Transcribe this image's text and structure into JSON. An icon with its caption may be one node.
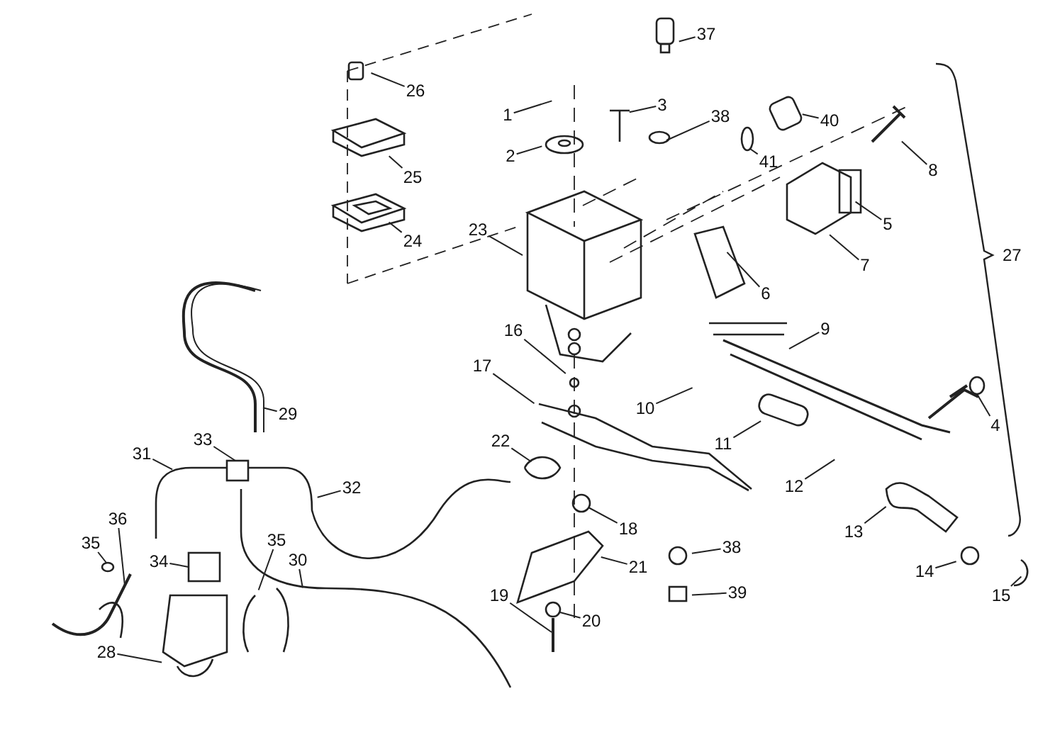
{
  "diagram": {
    "nodes": [
      {
        "text": [
          "26"
        ]
      },
      {
        "text": [
          "37"
        ]
      },
      {
        "text": [
          "1"
        ]
      },
      {
        "text": [
          "3"
        ]
      },
      {
        "text": [
          "38"
        ]
      },
      {
        "text": [
          "40"
        ]
      },
      {
        "text": [
          "41"
        ]
      },
      {
        "text": [
          "8"
        ]
      },
      {
        "text": [
          "2"
        ]
      },
      {
        "text": [
          "25"
        ]
      },
      {
        "text": [
          "5"
        ]
      },
      {
        "text": [
          "24"
        ]
      },
      {
        "text": [
          "7"
        ]
      },
      {
        "text": [
          "23"
        ]
      },
      {
        "text": [
          "6"
        ]
      },
      {
        "text": [
          "9"
        ]
      },
      {
        "text": [
          "16"
        ]
      },
      {
        "text": [
          "29"
        ]
      },
      {
        "text": [
          "17"
        ]
      },
      {
        "text": [
          "10"
        ]
      },
      {
        "text": [
          "11"
        ]
      },
      {
        "text": [
          "4"
        ]
      },
      {
        "text": [
          "33"
        ]
      },
      {
        "text": [
          "31"
        ]
      },
      {
        "text": [
          "22"
        ]
      },
      {
        "text": [
          "12"
        ]
      },
      {
        "text": [
          "32"
        ]
      },
      {
        "text": [
          "18"
        ]
      },
      {
        "text": [
          "13"
        ]
      },
      {
        "text": [
          "36"
        ]
      },
      {
        "text": [
          "35"
        ]
      },
      {
        "text": [
          "35"
        ]
      },
      {
        "text": [
          "34"
        ]
      },
      {
        "text": [
          "30"
        ]
      },
      {
        "text": [
          "38"
        ]
      },
      {
        "text": [
          "14"
        ]
      },
      {
        "text": [
          "21"
        ]
      },
      {
        "text": [
          "15"
        ]
      },
      {
        "text": [
          "19"
        ]
      },
      {
        "text": [
          "39"
        ]
      },
      {
        "text": [
          "20"
        ]
      },
      {
        "text": [
          "28"
        ]
      },
      {
        "text": [],
        "shape": "circle"
      },
      {
        "text": [],
        "shape": "circle"
      },
      {
        "text": [],
        "shape": "circle"
      },
      {
        "text": [],
        "shape": "box"
      },
      {
        "text": [],
        "shape": "circle"
      },
      {
        "text": [],
        "shape": "picture"
      },
      {
        "text": [],
        "shape": "box"
      },
      {
        "text": [],
        "shape": "picture"
      },
      {
        "text": [],
        "shape": "circle"
      },
      {
        "text": [],
        "shape": "circle"
      }
    ],
    "edges": [
      {
        "from": 0,
        "to": null,
        "arrow": "none"
      },
      {
        "from": 1,
        "to": null,
        "arrow": "none"
      },
      {
        "from": 2,
        "to": null,
        "arrow": "none"
      },
      {
        "from": 3,
        "to": null,
        "arrow": "none"
      },
      {
        "from": 4,
        "to": 42,
        "arrow": "none"
      },
      {
        "from": 5,
        "to": null,
        "arrow": "none"
      },
      {
        "from": 6,
        "to": 43,
        "arrow": "none"
      },
      {
        "from": 7,
        "to": null,
        "arrow": "none"
      },
      {
        "from": 8,
        "to": null,
        "arrow": "none"
      },
      {
        "from": 9,
        "to": null,
        "arrow": "none"
      },
      {
        "from": 10,
        "to": null,
        "arrow": "none"
      },
      {
        "from": 11,
        "to": null,
        "arrow": "none"
      },
      {
        "from": 12,
        "to": null,
        "arrow": "none"
      },
      {
        "from": 13,
        "to": null,
        "arrow": "none"
      },
      {
        "from": 14,
        "to": null,
        "arrow": "none"
      },
      {
        "from": 15,
        "to": null,
        "arrow": "none"
      },
      {
        "from": 16,
        "to": null,
        "arrow": "none"
      },
      {
        "from": 17,
        "to": null,
        "arrow": "none"
      },
      {
        "from": 18,
        "to": null,
        "arrow": "none"
      },
      {
        "from": 19,
        "to": null,
        "arrow": "none"
      },
      {
        "from": 20,
        "to": null,
        "arrow": "none"
      },
      {
        "from": 21,
        "to": 44,
        "arrow": "none"
      },
      {
        "from": 22,
        "to": 45,
        "arrow": "none"
      },
      {
        "from": 23,
        "to": null,
        "arrow": "none"
      },
      {
        "from": 24,
        "to": null,
        "arrow": "none"
      },
      {
        "from": 25,
        "to": null,
        "arrow": "none"
      },
      {
        "from": 26,
        "to": null,
        "arrow": "none"
      },
      {
        "from": 27,
        "to": 46,
        "arrow": "none"
      },
      {
        "from": 28,
        "to": null,
        "arrow": "none"
      },
      {
        "from": 29,
        "to": 47,
        "arrow": "none"
      },
      {
        "from": 30,
        "to": 51,
        "arrow": "none"
      },
      {
        "from": 31,
        "to": null,
        "arrow": "none"
      },
      {
        "from": 32,
        "to": 48,
        "arrow": "none"
      },
      {
        "from": 33,
        "to": null,
        "arrow": "none"
      },
      {
        "from": 34,
        "to": null,
        "arrow": "none"
      },
      {
        "from": 35,
        "to": null,
        "arrow": "none"
      },
      {
        "from": 36,
        "to": null,
        "arrow": "none"
      },
      {
        "from": 37,
        "to": null,
        "arrow": "none"
      },
      {
        "from": 38,
        "to": 49,
        "arrow": "none"
      },
      {
        "from": 39,
        "to": null,
        "arrow": "none"
      },
      {
        "from": 40,
        "to": 50,
        "arrow": "none"
      },
      {
        "from": 41,
        "to": null,
        "arrow": "none"
      }
    ],
    "labels": [
      "27"
    ]
  }
}
